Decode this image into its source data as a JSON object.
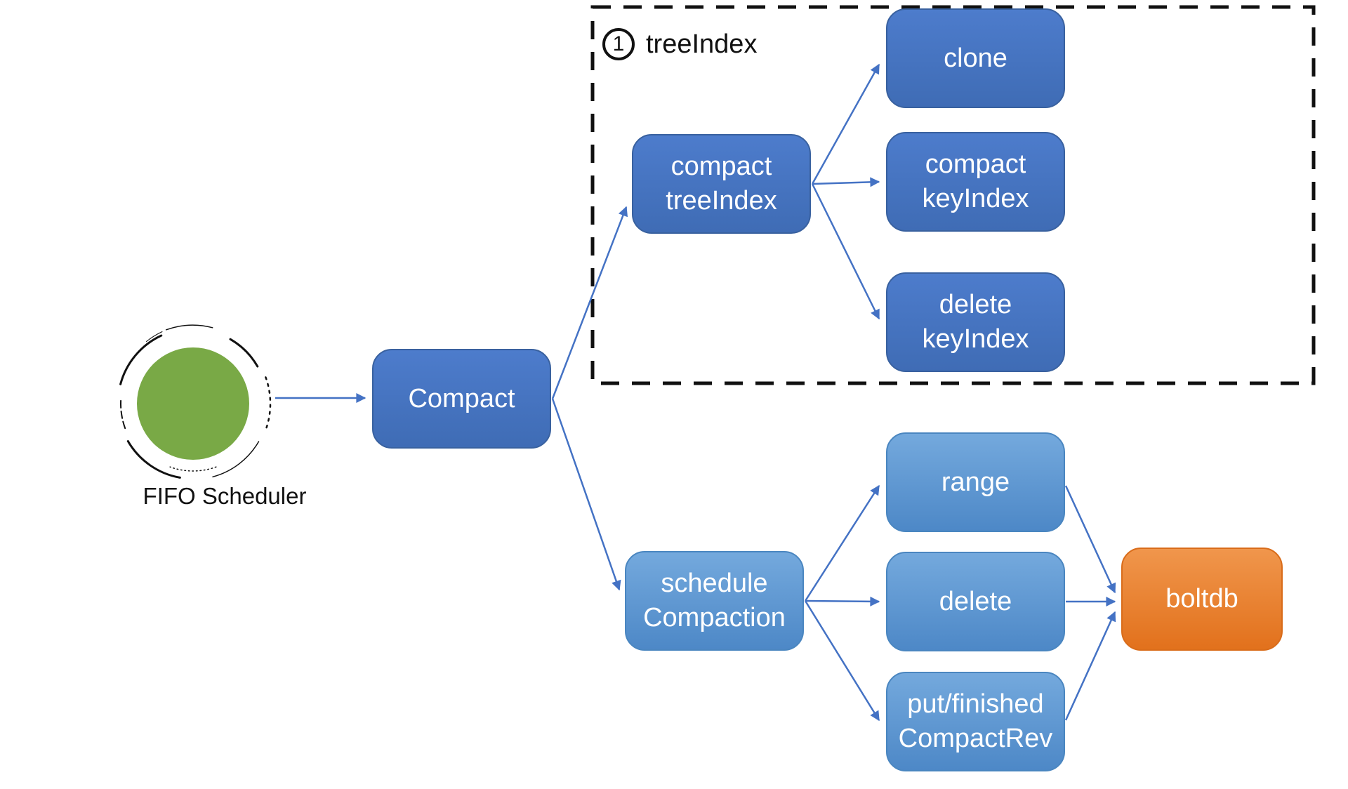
{
  "scheduler": {
    "label": "FIFO Scheduler"
  },
  "group": {
    "number": "1",
    "title": "treeIndex"
  },
  "nodes": {
    "compact": {
      "label": "Compact"
    },
    "compact_tree_index": {
      "label": "compact\ntreeIndex"
    },
    "clone": {
      "label": "clone"
    },
    "compact_key_index": {
      "label": "compact\nkeyIndex"
    },
    "delete_key_index": {
      "label": "delete\nkeyIndex"
    },
    "schedule_compaction": {
      "label": "schedule\nCompaction"
    },
    "range": {
      "label": "range"
    },
    "delete": {
      "label": "delete"
    },
    "put_finished_compact_rev": {
      "label": "put/finished\nCompactRev"
    },
    "boltdb": {
      "label": "boltdb"
    }
  },
  "edges": [
    {
      "from": "fifo_scheduler",
      "to": "compact"
    },
    {
      "from": "compact",
      "to": "compact_tree_index"
    },
    {
      "from": "compact",
      "to": "schedule_compaction"
    },
    {
      "from": "compact_tree_index",
      "to": "clone"
    },
    {
      "from": "compact_tree_index",
      "to": "compact_key_index"
    },
    {
      "from": "compact_tree_index",
      "to": "delete_key_index"
    },
    {
      "from": "schedule_compaction",
      "to": "range"
    },
    {
      "from": "schedule_compaction",
      "to": "delete"
    },
    {
      "from": "schedule_compaction",
      "to": "put_finished_compact_rev"
    },
    {
      "from": "range",
      "to": "boltdb"
    },
    {
      "from": "delete",
      "to": "boltdb"
    },
    {
      "from": "put_finished_compact_rev",
      "to": "boltdb"
    }
  ],
  "colors": {
    "dark_blue": "#4472C4",
    "light_blue": "#5B9BD5",
    "orange": "#ED7D31",
    "green": "#79A946",
    "arrow": "#4472C4",
    "group_border": "#111111"
  }
}
